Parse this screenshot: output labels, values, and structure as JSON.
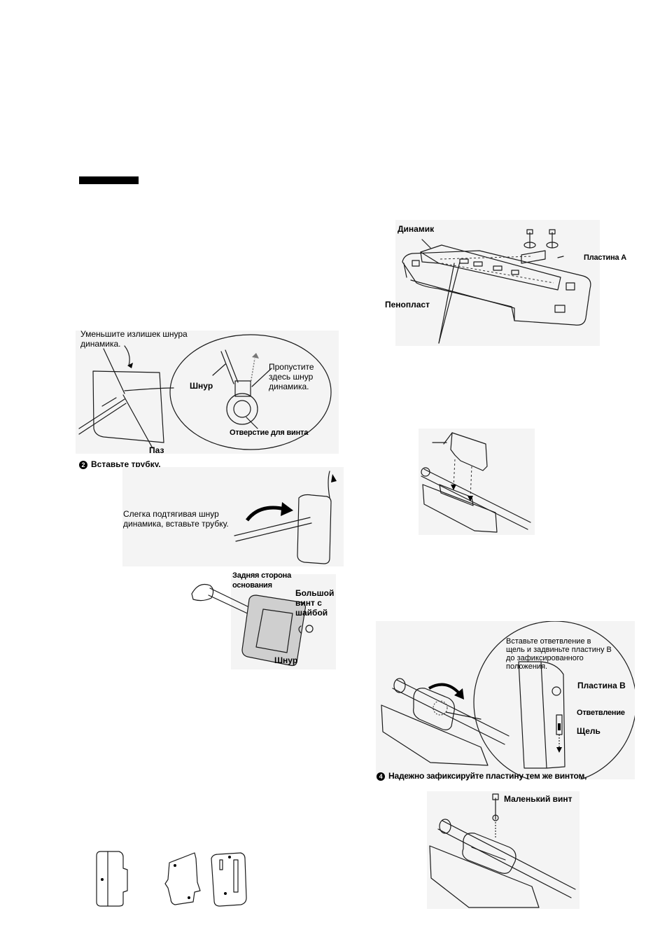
{
  "labels": {
    "reduce_cord": "Уменьшите излишек шнура\nдинамика.",
    "cord": "Шнур",
    "pass_cord": "Пропустите\nздесь шнур\nдинамика.",
    "screw_hole": "Отверстие для винта",
    "groove": "Паз",
    "step2": "Вставьте трубку.",
    "pull_cord": "Слегка подтягивая шнур\nдинамика, вставьте трубку.",
    "base_back": "Задняя сторона\nоснования",
    "big_screw": "Большой\nвинт с\nшайбой",
    "cord2": "Шнур",
    "speaker": "Динамик",
    "plate_a": "Пластина А",
    "foam": "Пенопласт",
    "insert_branch": "Вставьте ответвление в\nщель и задвиньте пластину В\nдо зафиксированного\nположения.",
    "plate_b": "Пластина В",
    "branch": "Ответвление",
    "slot": "Щель",
    "step4": "Надежно зафиксируйте пластину тем же винтом,",
    "small_screw": "Маленький винт"
  },
  "step_numbers": {
    "step2": "2",
    "step4": "4"
  },
  "icons": [
    "screw-icon",
    "arrow-icon",
    "magnifier-circle-icon"
  ]
}
